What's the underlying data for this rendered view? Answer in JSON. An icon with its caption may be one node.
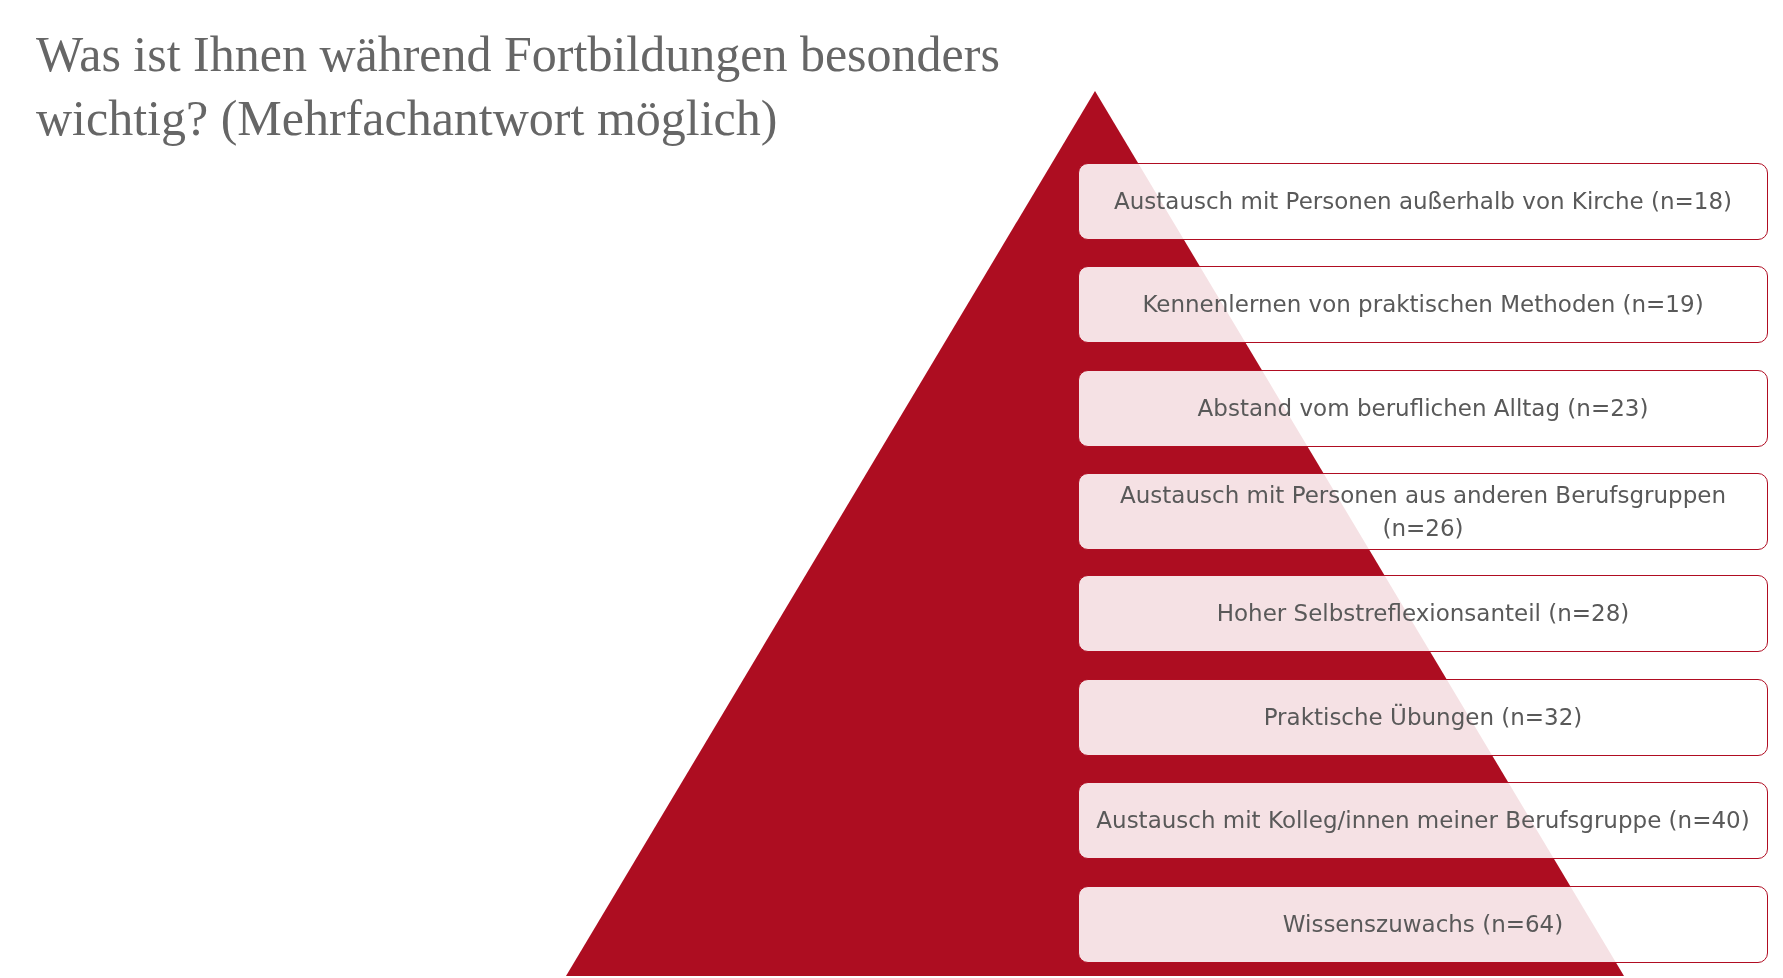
{
  "diagram": {
    "title": "Was ist Ihnen während Fortbildungen besonders wichtig? (Mehrfachantwort möglich)",
    "nodes": [
      {
        "text": [
          "Austausch mit Personen außerhalb von Kirche (n=18)"
        ]
      },
      {
        "text": [
          "Kennenlernen von praktischen Methoden (n=19)"
        ]
      },
      {
        "text": [
          "Abstand vom beruflichen Alltag (n=23)"
        ]
      },
      {
        "text": [
          "Austausch mit Personen aus anderen Berufsgruppen (n=26)"
        ]
      },
      {
        "text": [
          "Hoher Selbstreflexionsanteil (n=28)"
        ]
      },
      {
        "text": [
          "Praktische Übungen (n=32)"
        ]
      },
      {
        "text": [
          "Austausch mit Kolleg/innen meiner Berufsgruppe (n=40)"
        ]
      },
      {
        "text": [
          "Wissenszuwachs (n=64)"
        ]
      }
    ]
  }
}
